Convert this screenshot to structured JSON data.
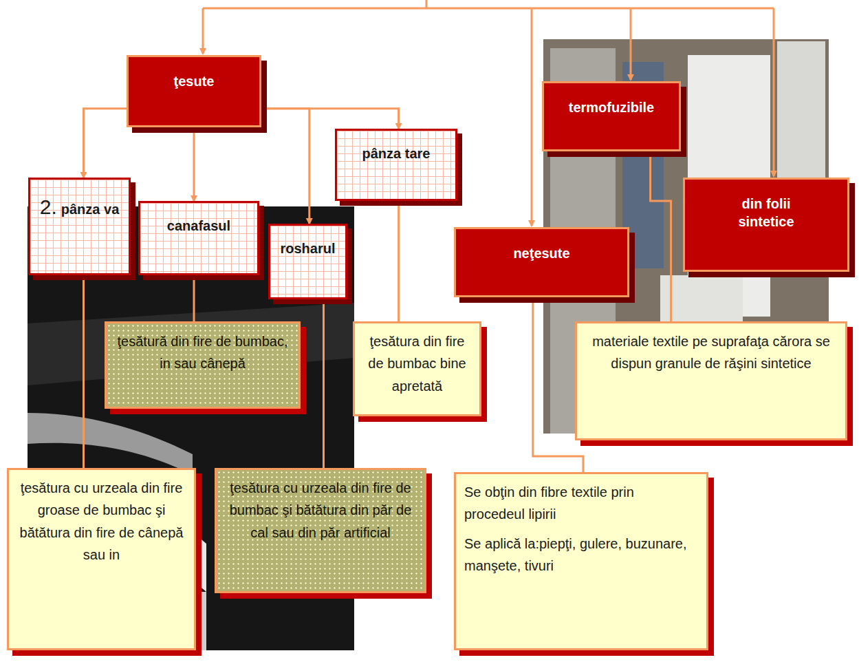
{
  "diagram": {
    "nodes": [
      {
        "text": [
          "ţesute"
        ]
      },
      {
        "text": [
          "2.",
          "pânza va"
        ]
      },
      {
        "text": [
          "canafasul"
        ]
      },
      {
        "text": [
          "rosharul"
        ]
      },
      {
        "text": [
          "pânza tare"
        ]
      },
      {
        "text": [
          "termofuzibile"
        ]
      },
      {
        "text": [
          "din folii sintetice"
        ]
      },
      {
        "text": [
          "neţesute"
        ]
      },
      {
        "text": [
          "ţesătura cu urzeala din fire groase de bumbac şi bătătura din fire de cânepă sau in"
        ]
      },
      {
        "text": [
          "ţesătură din fire de bumbac, in sau cânepă"
        ]
      },
      {
        "text": [
          "ţesătura cu urzeala din fire de bumbac şi bătătura din păr de cal sau din păr artificial"
        ]
      },
      {
        "text": [
          "ţesătura din fire de bumbac bine apretată"
        ]
      },
      {
        "text": [
          "materiale textile pe suprafaţa cărora se dispun granule de răşini sintetice"
        ]
      },
      {
        "text": [
          "Se obţin din fibre textile prin procedeul lipirii",
          "Se aplică la:piepţi, gulere, buzunare, manşete, tivuri"
        ]
      }
    ],
    "edges": [
      {
        "from": 0,
        "to": 1,
        "arrow": "to"
      },
      {
        "from": 0,
        "to": 2,
        "arrow": "to"
      },
      {
        "from": 0,
        "to": 3,
        "arrow": "to"
      },
      {
        "from": 0,
        "to": 4,
        "arrow": "to"
      },
      {
        "from": 1,
        "to": 8,
        "arrow": "none"
      },
      {
        "from": 2,
        "to": 9,
        "arrow": "none"
      },
      {
        "from": 3,
        "to": 10,
        "arrow": "none"
      },
      {
        "from": 4,
        "to": 11,
        "arrow": "none"
      },
      {
        "from": 5,
        "to": 12,
        "arrow": "none"
      },
      {
        "from": 7,
        "to": 13,
        "arrow": "none"
      }
    ]
  }
}
